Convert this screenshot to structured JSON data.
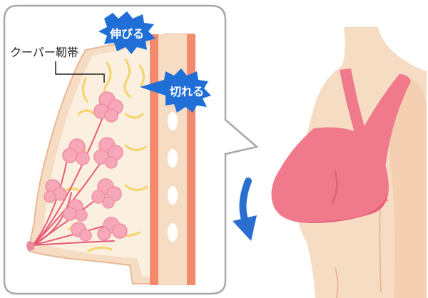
{
  "labels": {
    "cooper_ligament": "クーパー靭帯",
    "stretch": "伸びる",
    "tear": "切れる"
  },
  "colors": {
    "skin": "#f7dcc4",
    "skin_outline": "#e9b895",
    "bra": "#f07a8c",
    "bra_dark": "#e2607a",
    "chest_wall": "#f28a6e",
    "ligament": "#f3d56a",
    "gland": "#f7a8b8",
    "duct": "#e65a78",
    "burst": "#1f6fd6",
    "arrow": "#2a6fd0",
    "bubble_stroke": "#999999"
  }
}
